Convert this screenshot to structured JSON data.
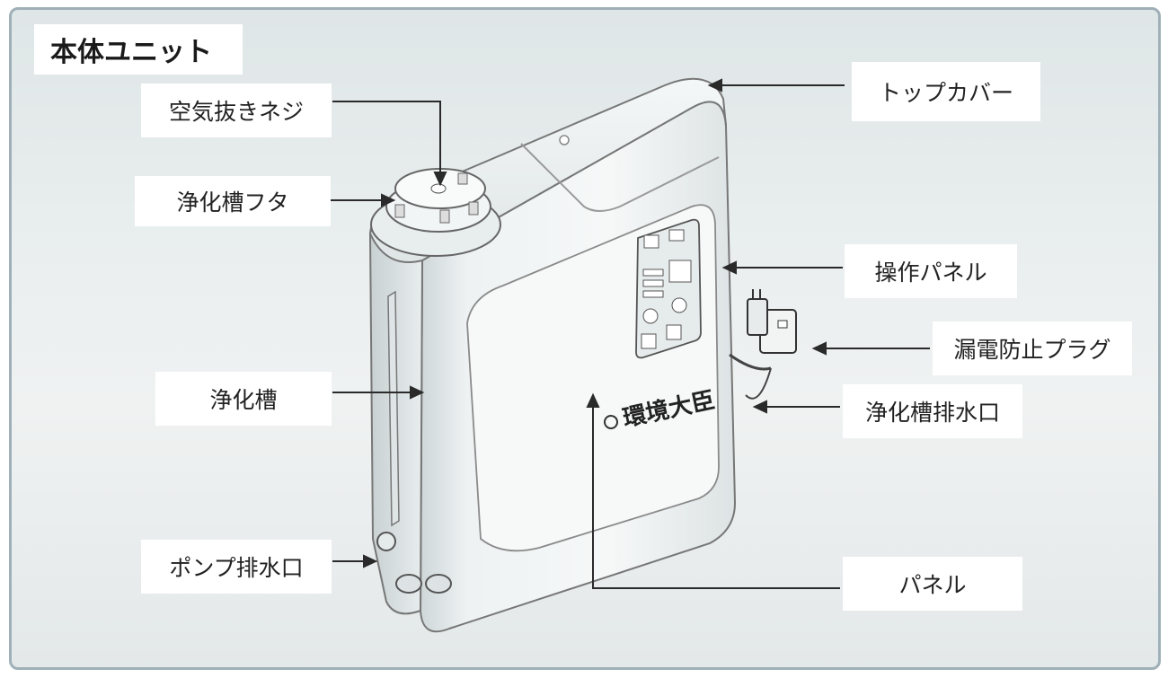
{
  "title": "本体ユニット",
  "brand_logo_text": "環境大臣",
  "labels": {
    "air_vent_screw": "空気抜きネジ",
    "tank_lid": "浄化槽フタ",
    "septic_tank": "浄化槽",
    "pump_drain": "ポンプ排水口",
    "top_cover": "トップカバー",
    "control_panel": "操作パネル",
    "leakage_plug": "漏電防止プラグ",
    "tank_drain": "浄化槽排水口",
    "panel": "パネル"
  },
  "colors": {
    "frame_border": "#9fb0b8",
    "background": "#e9eeee",
    "label_bg": "#ffffff",
    "line": "#2a2a2a"
  }
}
